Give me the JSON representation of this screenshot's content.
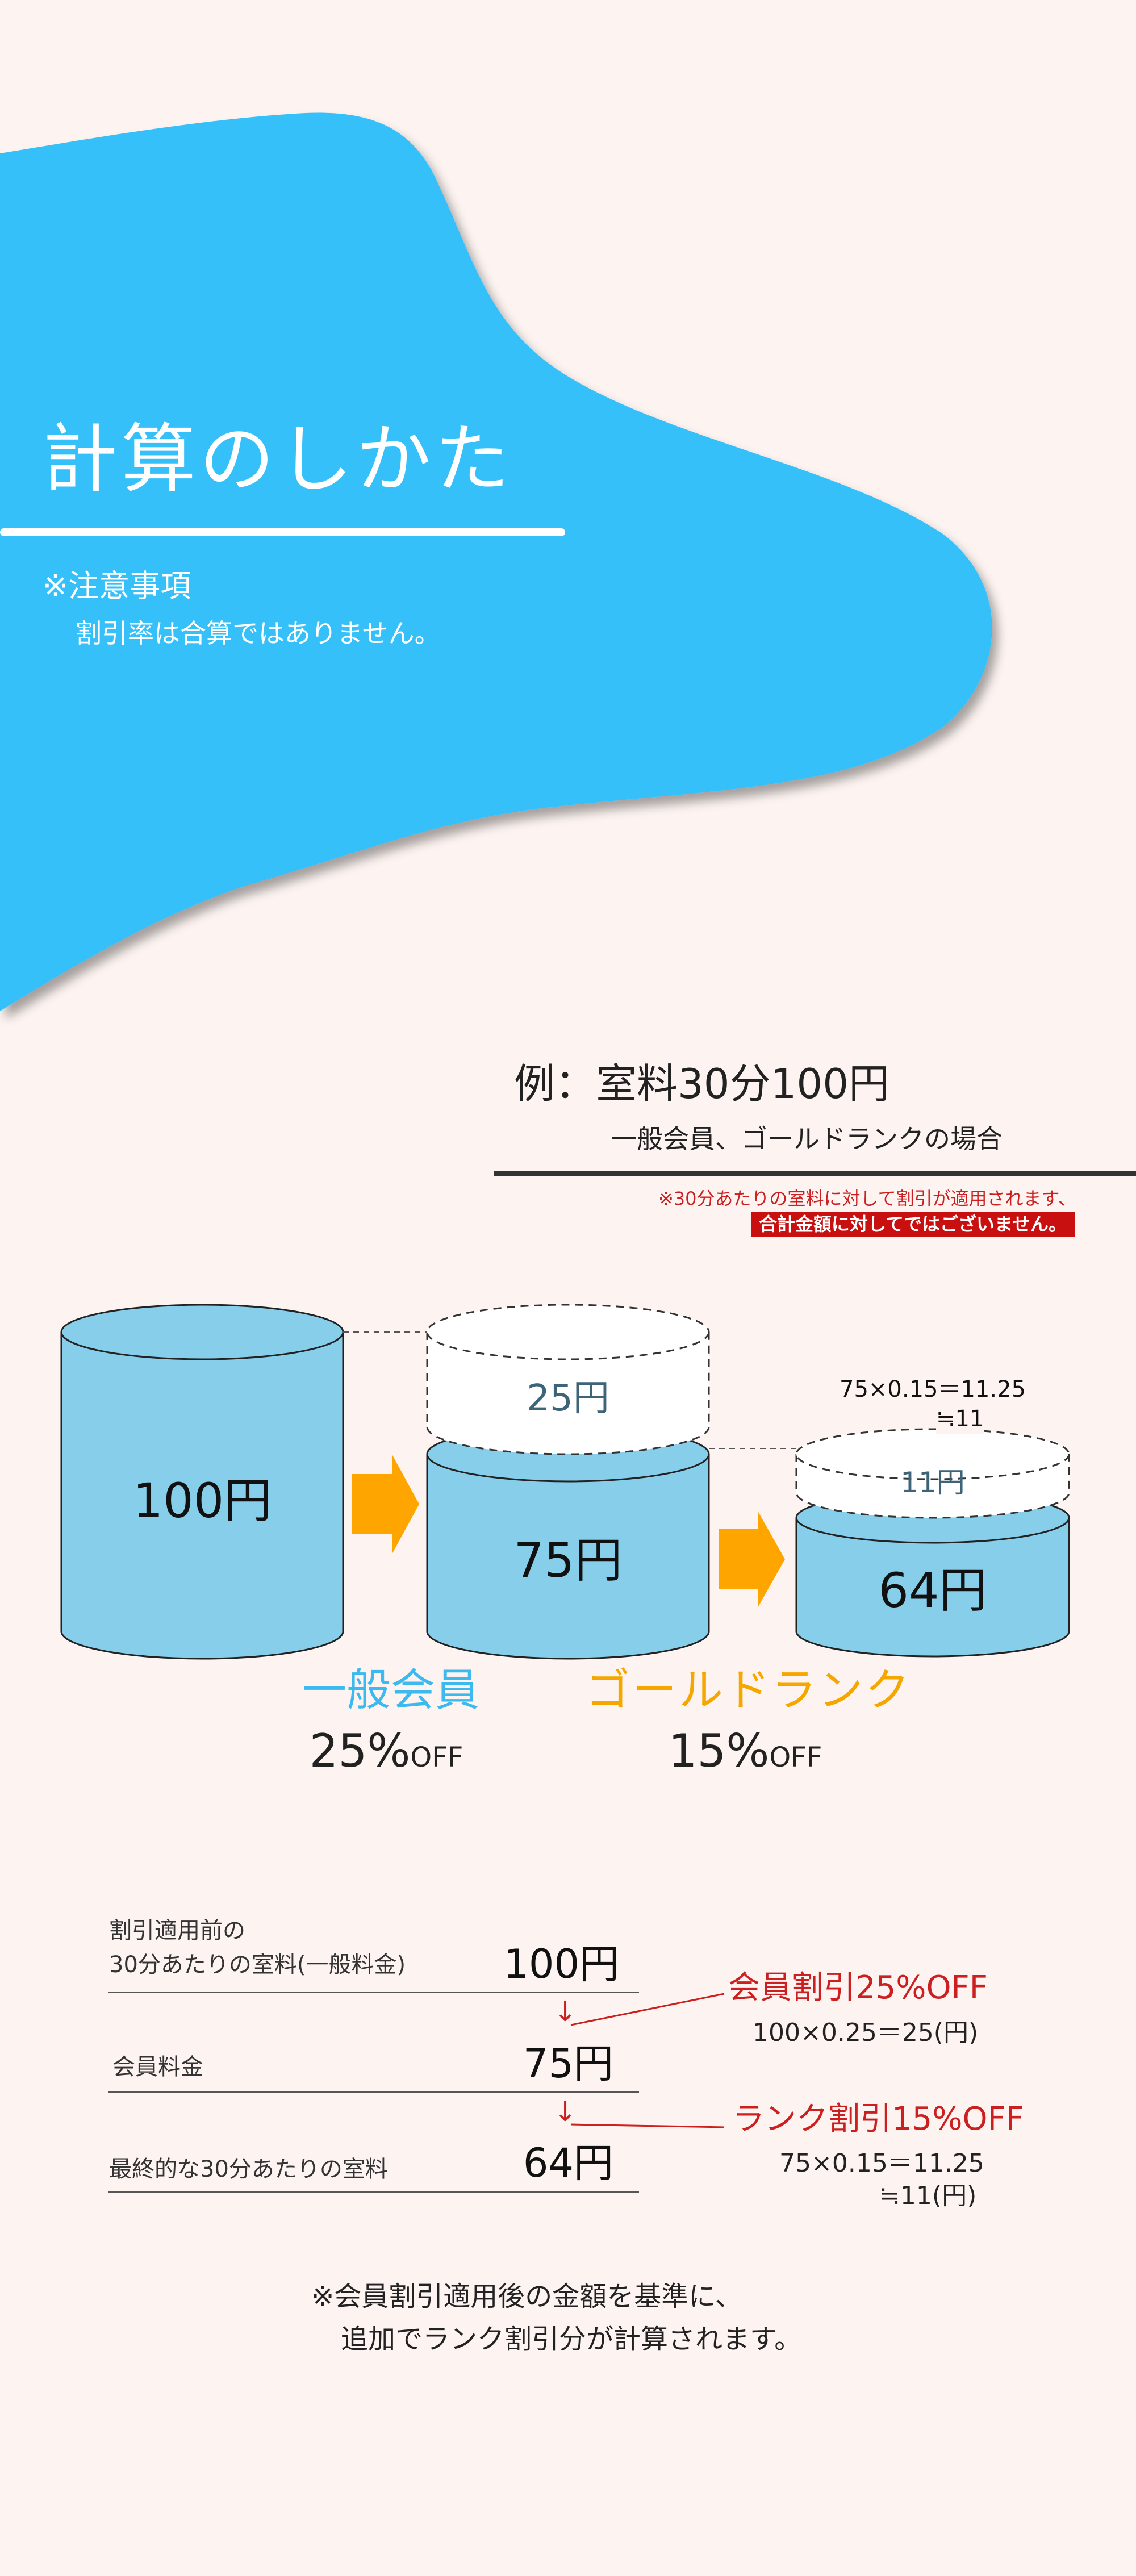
{
  "hero": {
    "title": "計算のしかた",
    "note_heading": "※注意事項",
    "note_text": "割引率は合算ではありません。"
  },
  "example": {
    "title": "例：室料30分100円",
    "subtitle": "一般会員、ゴールドランクの場合",
    "caution_line1": "※30分あたりの室料に対して割引が適用されます、",
    "caution_line2": "合計金額に対してではございません。"
  },
  "diagram": {
    "cyl_base": "100円",
    "cyl_member": "75円",
    "cut_member": "25円",
    "cyl_rank": "64円",
    "cut_rank": "11円",
    "rank_formula_line1": "75×0.15＝11.25",
    "rank_formula_line2": "≒11",
    "member_label": "一般会員",
    "member_pct": "25%",
    "member_off": "OFF",
    "rank_label": "ゴールドランク",
    "rank_pct": "15%",
    "rank_off": "OFF",
    "colors": {
      "cylinder_fill": "#87ceeb",
      "arrow": "#ffa500",
      "hero_blob": "#35c0fa"
    }
  },
  "calc": {
    "row1_label_line1": "割引適用前の",
    "row1_label_line2": "30分あたりの室料(一般料金)",
    "row1_value": "100円",
    "row2_label": "会員料金",
    "row2_value": "75円",
    "row3_label": "最終的な30分あたりの室料",
    "row3_value": "64円",
    "arrow1_glyph": "↓",
    "arrow2_glyph": "↓",
    "member_discount_title": "会員割引25%OFF",
    "member_discount_formula": "100×0.25＝25(円)",
    "rank_discount_title": "ランク割引15%OFF",
    "rank_discount_formula_line1": "75×0.15＝11.25",
    "rank_discount_formula_line2": "≒11(円)"
  },
  "bottom_note": {
    "line1": "※会員割引適用後の金額を基準に、",
    "line2": "追加でランク割引分が計算されます。"
  }
}
